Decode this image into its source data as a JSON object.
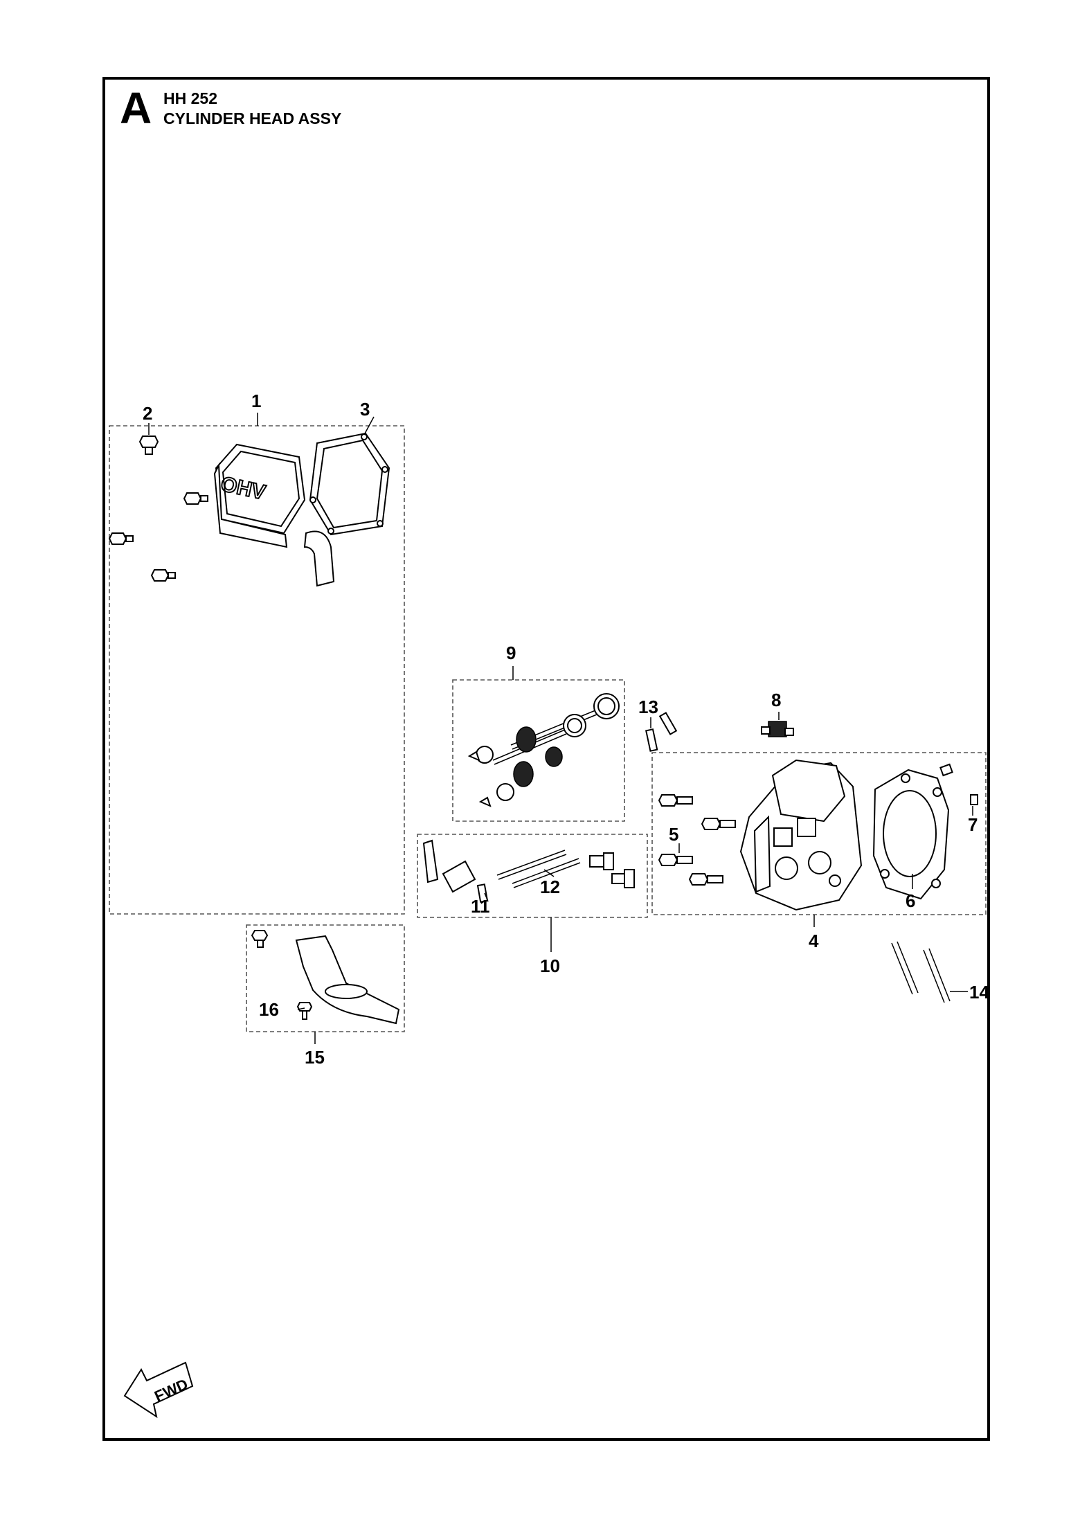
{
  "header": {
    "section_letter": "A",
    "model": "HH 252",
    "title": "CYLINDER HEAD ASSY"
  },
  "callouts": [
    "1",
    "2",
    "3",
    "4",
    "5",
    "6",
    "7",
    "8",
    "9",
    "10",
    "11",
    "12",
    "13",
    "14",
    "15",
    "16"
  ],
  "cover_marking": "OHV",
  "direction_marker": "FWD"
}
